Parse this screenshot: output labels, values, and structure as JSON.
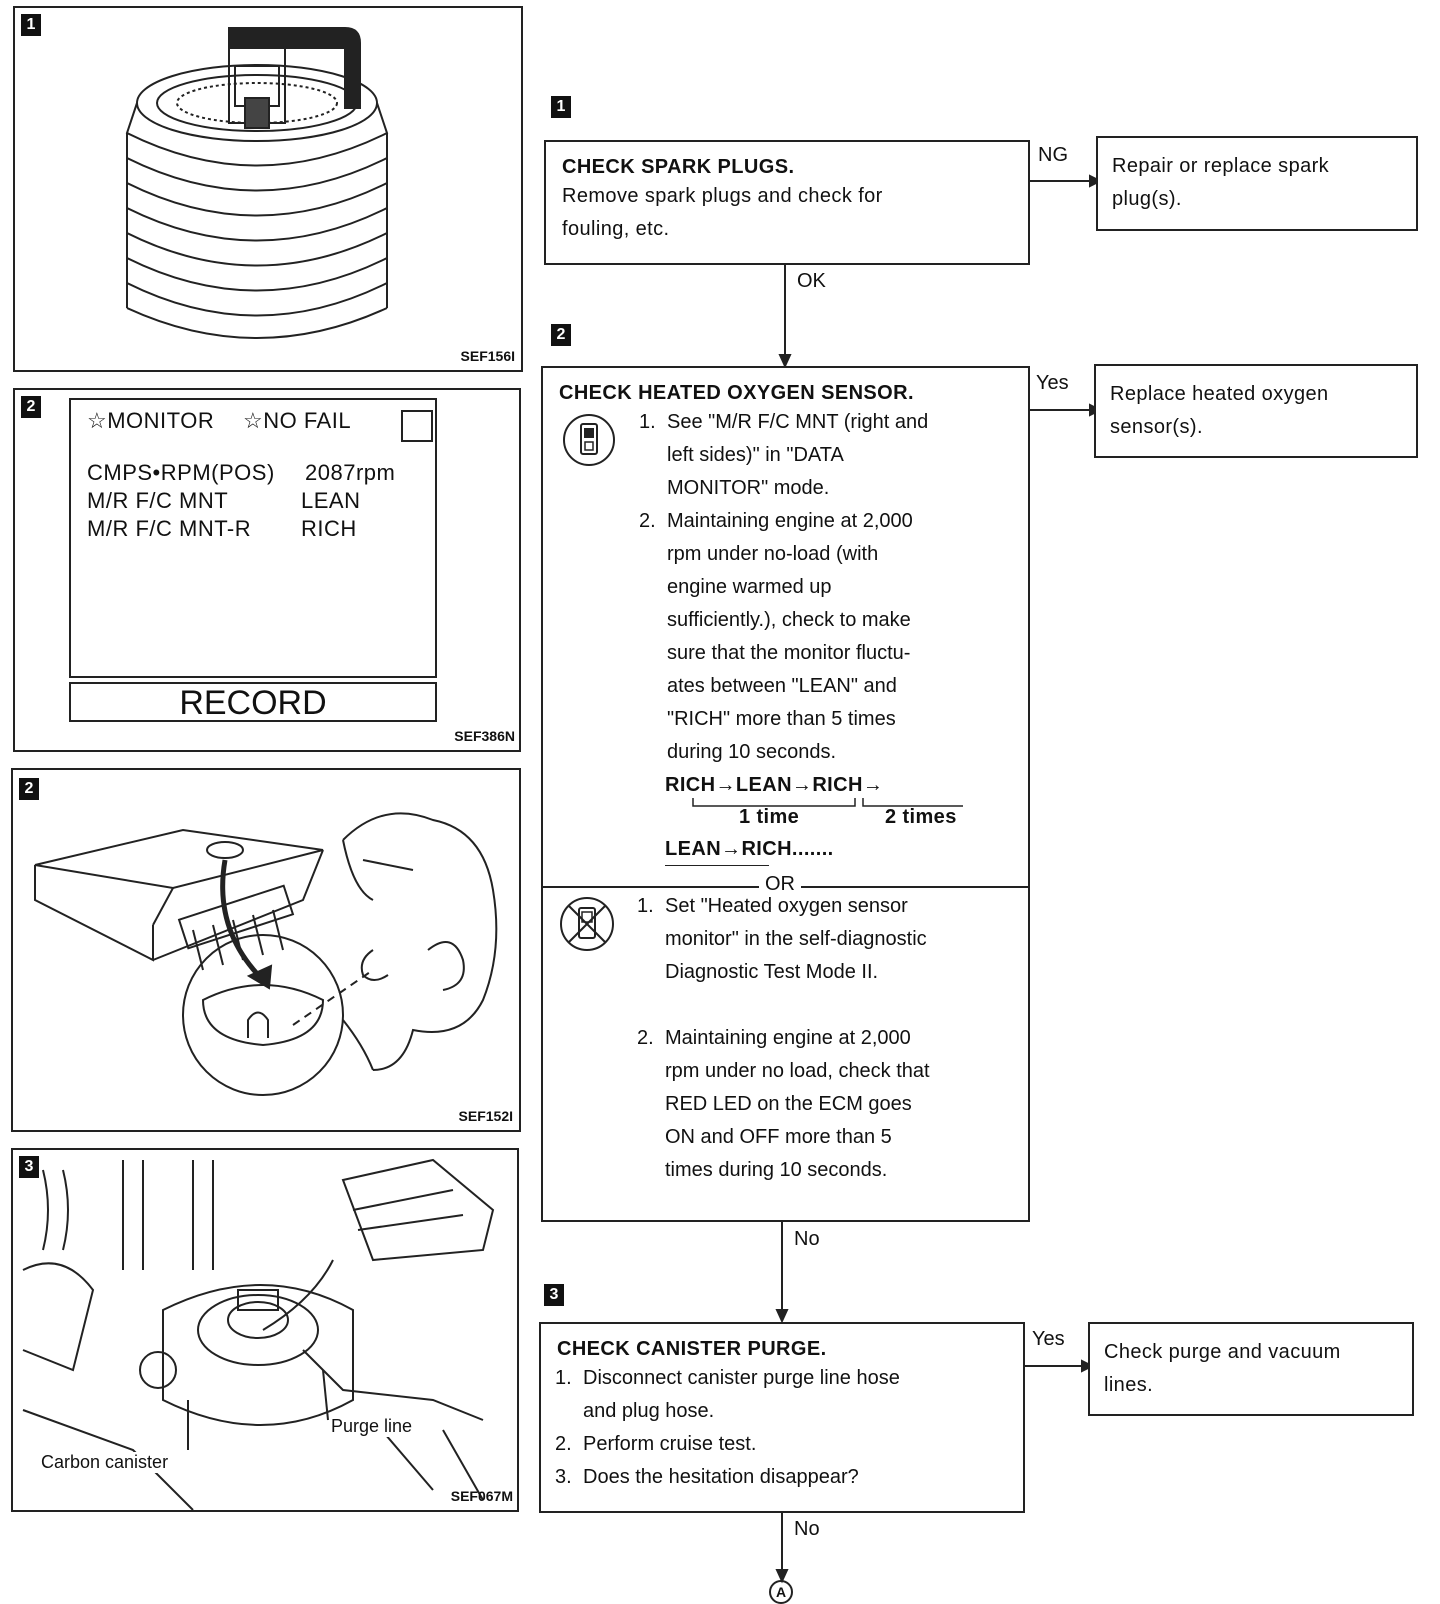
{
  "figures": {
    "fig1": {
      "step": "1",
      "code": "SEF156I"
    },
    "fig2a": {
      "step": "2",
      "code": "SEF386N",
      "monitor_label": "☆MONITOR",
      "status_label": "☆NO FAIL",
      "rows": [
        {
          "name": "CMPS•RPM(POS)",
          "value": "2087rpm"
        },
        {
          "name": "M/R F/C MNT",
          "value": "LEAN"
        },
        {
          "name": "M/R F/C MNT-R",
          "value": "RICH"
        }
      ],
      "record_label": "RECORD"
    },
    "fig2b": {
      "step": "2",
      "code": "SEF152I"
    },
    "fig3": {
      "step": "3",
      "code": "SEF067M",
      "label_canister": "Carbon canister",
      "label_purge": "Purge line"
    }
  },
  "steps": {
    "s1": {
      "number": "1",
      "title": "CHECK SPARK PLUGS.",
      "lines": [
        "Remove spark plugs and check for",
        "fouling, etc."
      ],
      "ng_label": "NG",
      "ok_label": "OK",
      "result_lines": [
        "Repair or replace spark",
        "plug(s)."
      ]
    },
    "s2": {
      "number": "2",
      "title": "CHECK HEATED OXYGEN SENSOR.",
      "a_items": [
        {
          "num": "1.",
          "lines": [
            "See \"M/R F/C MNT (right and",
            "left sides)\" in \"DATA",
            "MONITOR\" mode."
          ]
        },
        {
          "num": "2.",
          "lines": [
            "Maintaining engine at 2,000",
            "rpm under no-load (with",
            "engine warmed up",
            "sufficiently.), check to make",
            "sure that the monitor fluctu-",
            "ates between \"LEAN\" and",
            "\"RICH\" more than 5 times",
            "during 10 seconds."
          ]
        }
      ],
      "seq_line1": "RICH→LEAN→RICH→",
      "seq_1time": "1 time",
      "seq_2times": "2 times",
      "seq_line2": "LEAN→RICH.......",
      "or_label": "OR",
      "b_items": [
        {
          "num": "1.",
          "lines": [
            "Set \"Heated oxygen sensor",
            "monitor\" in the self-diagnostic",
            "Diagnostic Test Mode II."
          ]
        },
        {
          "num": "2.",
          "lines": [
            "Maintaining engine at 2,000",
            "rpm under no load, check that",
            "RED LED on the ECM goes",
            "ON and OFF more than 5",
            "times during 10 seconds."
          ]
        }
      ],
      "yes_label": "Yes",
      "no_label": "No",
      "result_lines": [
        "Replace heated oxygen",
        "sensor(s)."
      ]
    },
    "s3": {
      "number": "3",
      "title": "CHECK CANISTER PURGE.",
      "items": [
        {
          "num": "1.",
          "lines": [
            "Disconnect canister purge line hose",
            "and plug hose."
          ]
        },
        {
          "num": "2.",
          "lines": [
            "Perform cruise test."
          ]
        },
        {
          "num": "3.",
          "lines": [
            "Does the hesitation disappear?"
          ]
        }
      ],
      "yes_label": "Yes",
      "no_label": "No",
      "result_lines": [
        "Check purge and vacuum",
        "lines."
      ],
      "connector": "A"
    }
  }
}
